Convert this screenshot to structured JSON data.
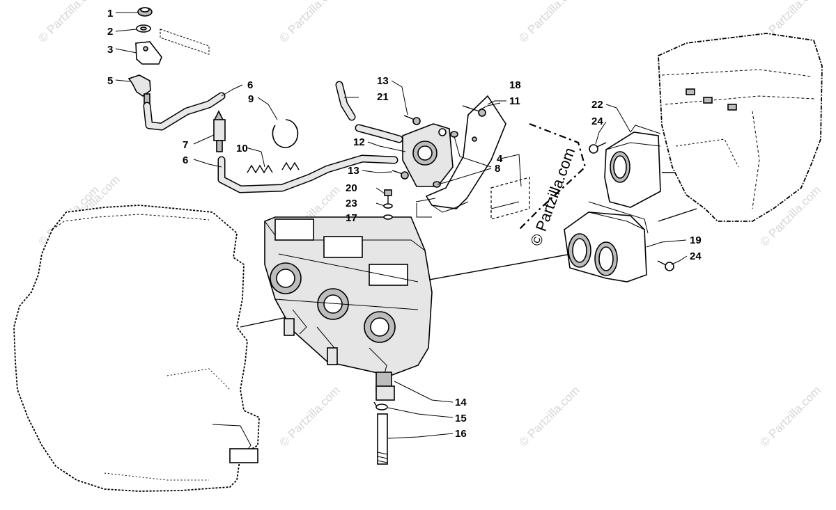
{
  "watermark": {
    "small": "© Partzilla.com",
    "center": "© Partzilla.com"
  },
  "callouts": [
    {
      "id": "c1",
      "text": "1"
    },
    {
      "id": "c2",
      "text": "2"
    },
    {
      "id": "c3",
      "text": "3"
    },
    {
      "id": "c5",
      "text": "5"
    },
    {
      "id": "c6a",
      "text": "6"
    },
    {
      "id": "c9",
      "text": "9"
    },
    {
      "id": "c7",
      "text": "7"
    },
    {
      "id": "c10",
      "text": "10"
    },
    {
      "id": "c6b",
      "text": "6"
    },
    {
      "id": "c13a",
      "text": "13"
    },
    {
      "id": "c21",
      "text": "21"
    },
    {
      "id": "c12",
      "text": "12"
    },
    {
      "id": "c13b",
      "text": "13"
    },
    {
      "id": "c20",
      "text": "20"
    },
    {
      "id": "c23",
      "text": "23"
    },
    {
      "id": "c17",
      "text": "17"
    },
    {
      "id": "c18",
      "text": "18"
    },
    {
      "id": "c11",
      "text": "11"
    },
    {
      "id": "c4",
      "text": "4"
    },
    {
      "id": "c8",
      "text": "8"
    },
    {
      "id": "c22",
      "text": "22"
    },
    {
      "id": "c24a",
      "text": "24"
    },
    {
      "id": "c19",
      "text": "19"
    },
    {
      "id": "c24b",
      "text": "24"
    },
    {
      "id": "c14",
      "text": "14"
    },
    {
      "id": "c15",
      "text": "15"
    },
    {
      "id": "c16",
      "text": "16"
    }
  ]
}
